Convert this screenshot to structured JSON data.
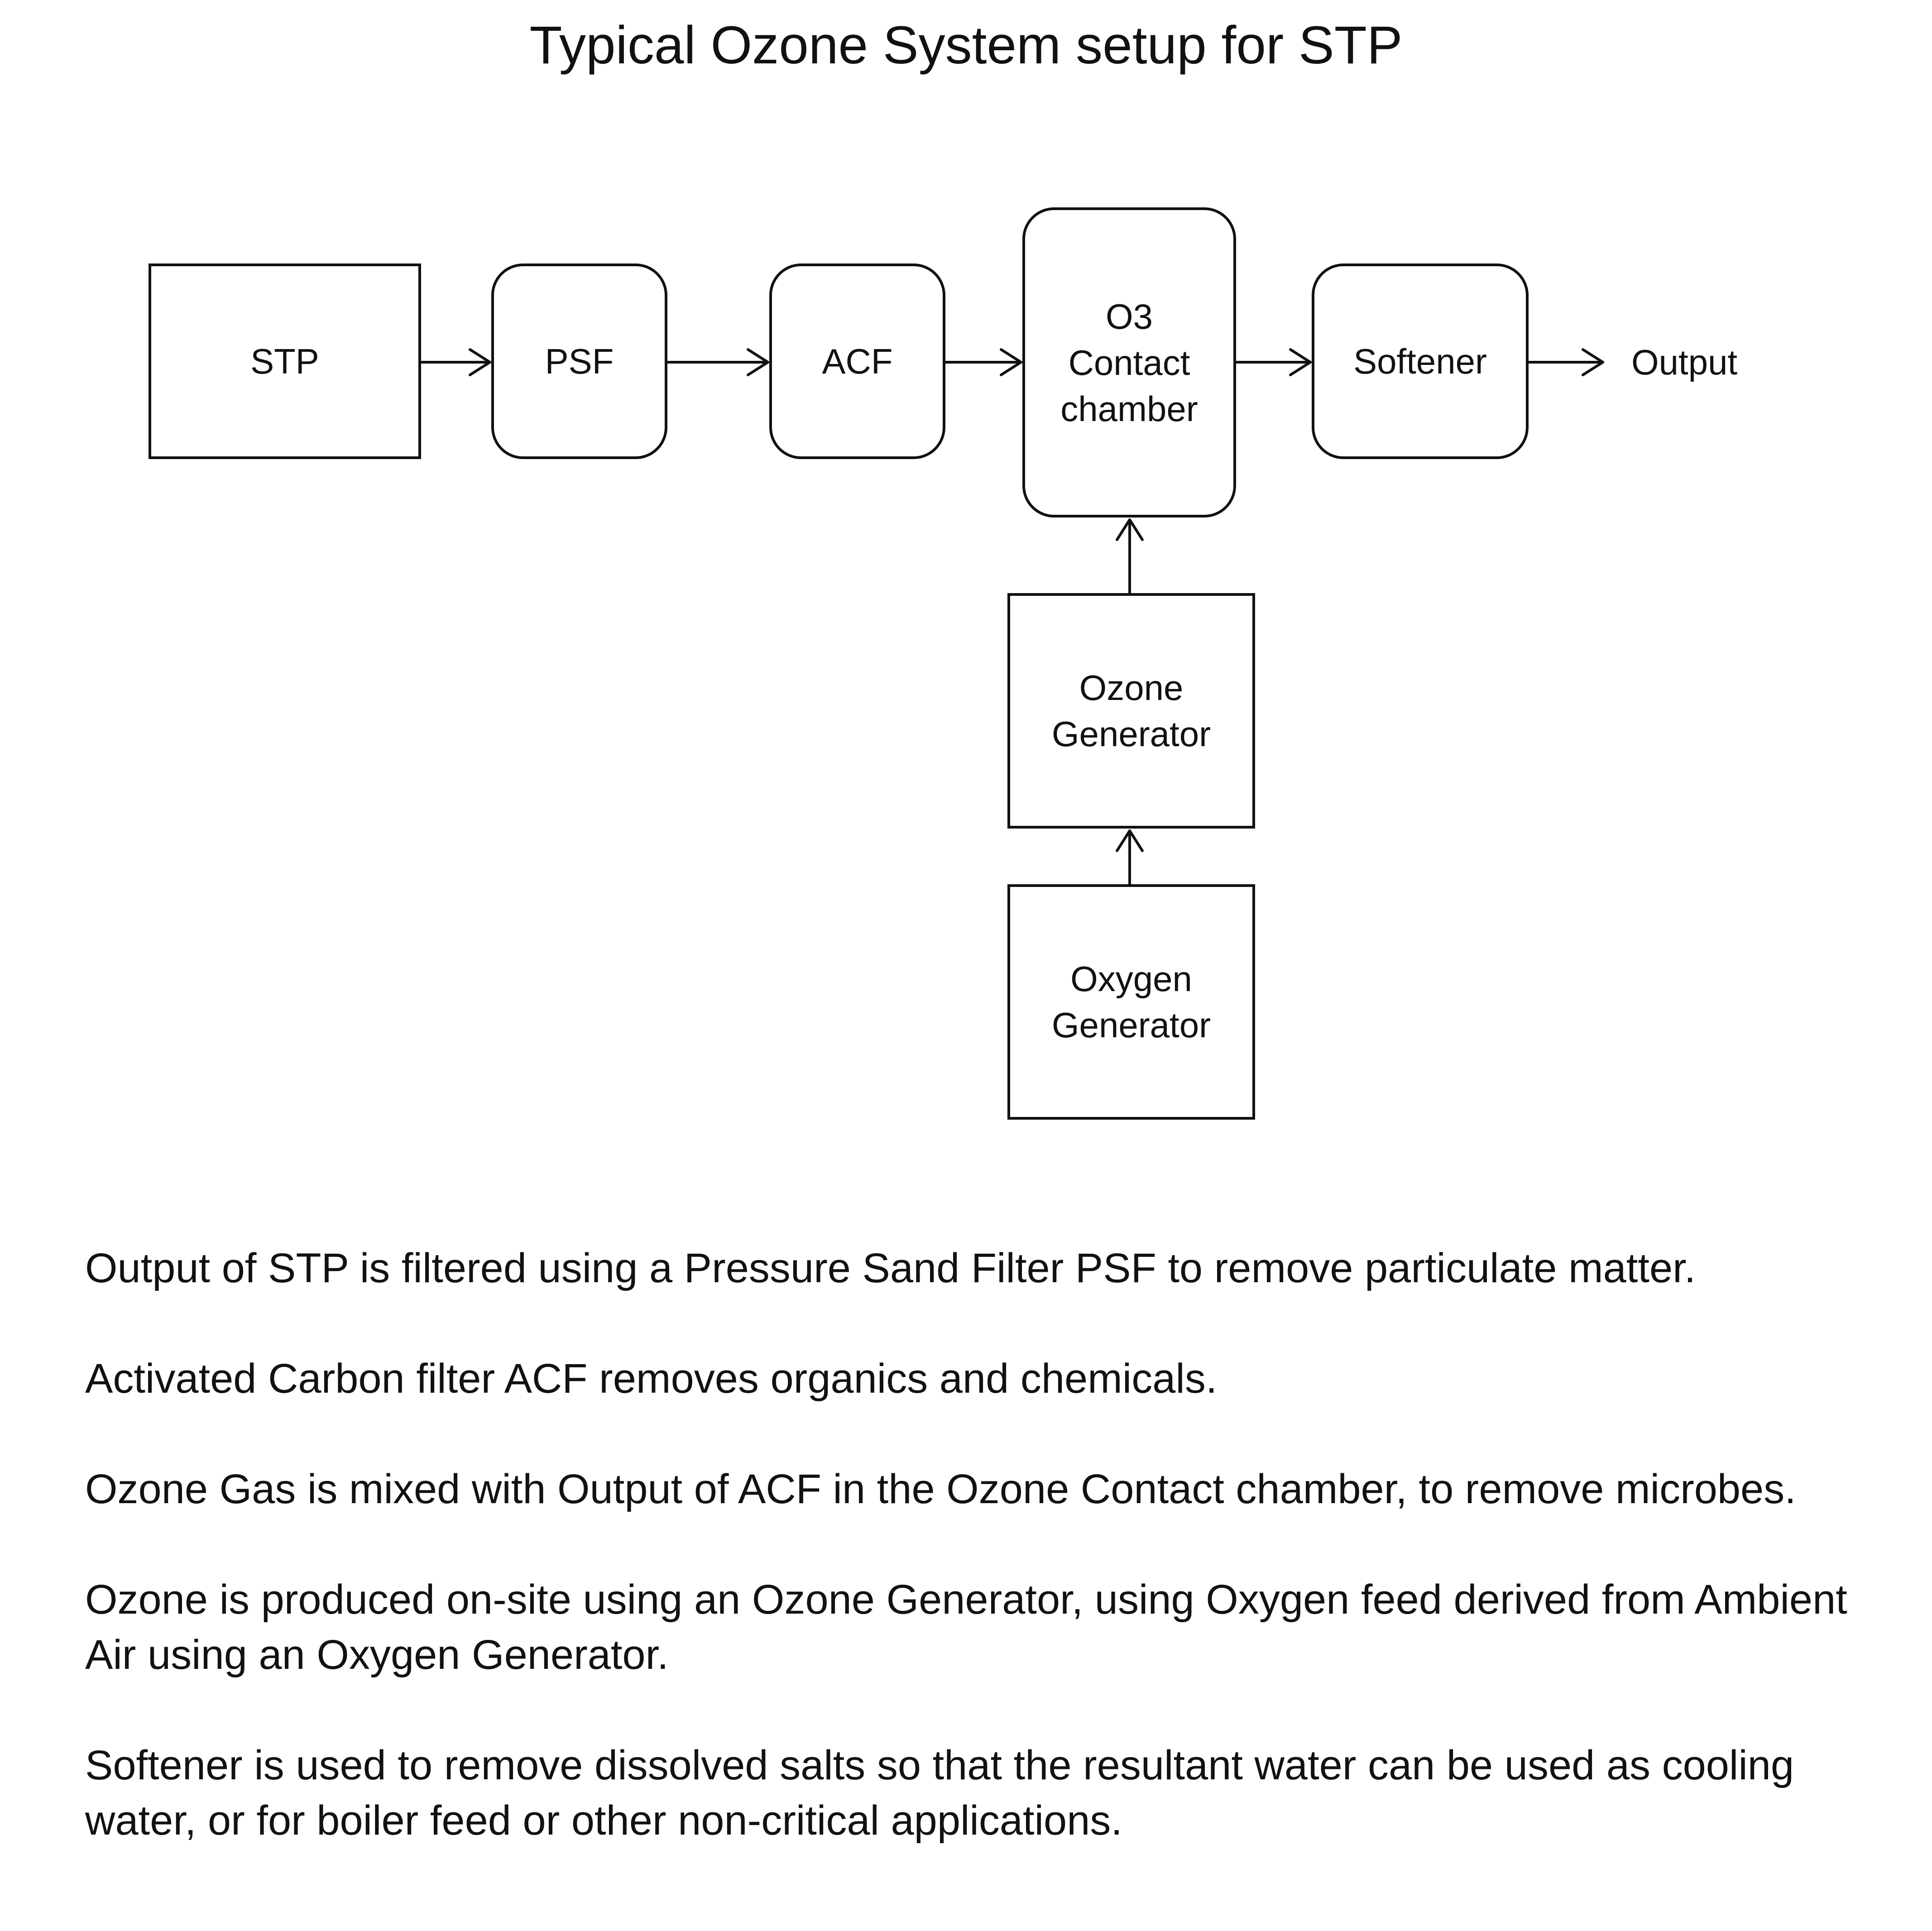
{
  "title": "Typical Ozone System setup for STP",
  "nodes": {
    "stp": "STP",
    "psf": "PSF",
    "acf": "ACF",
    "contact_chamber": [
      "O3",
      "Contact",
      "chamber"
    ],
    "softener": "Softener",
    "ozone_generator": [
      "Ozone",
      "Generator"
    ],
    "oxygen_generator": [
      "Oxygen",
      "Generator"
    ]
  },
  "output_label": "Output",
  "edges": [
    {
      "from": "STP",
      "to": "PSF"
    },
    {
      "from": "PSF",
      "to": "ACF"
    },
    {
      "from": "ACF",
      "to": "O3 Contact chamber"
    },
    {
      "from": "O3 Contact chamber",
      "to": "Softener"
    },
    {
      "from": "Softener",
      "to": "Output"
    },
    {
      "from": "Ozone Generator",
      "to": "O3 Contact chamber"
    },
    {
      "from": "Oxygen Generator",
      "to": "Ozone Generator"
    }
  ],
  "notes": [
    "Output of STP is filtered using a Pressure Sand Filter PSF to remove particulate matter.",
    "Activated Carbon filter ACF removes organics and chemicals.",
    "Ozone Gas is mixed with Output of ACF in the Ozone Contact chamber, to remove microbes.",
    "Ozone is produced on-site using an Ozone Generator, using Oxygen feed derived from Ambient Air using an Oxygen Generator.",
    "Softener is used to remove dissolved salts  so that the resultant water can be used as cooling water, or for boiler feed or other non-critical applications."
  ]
}
